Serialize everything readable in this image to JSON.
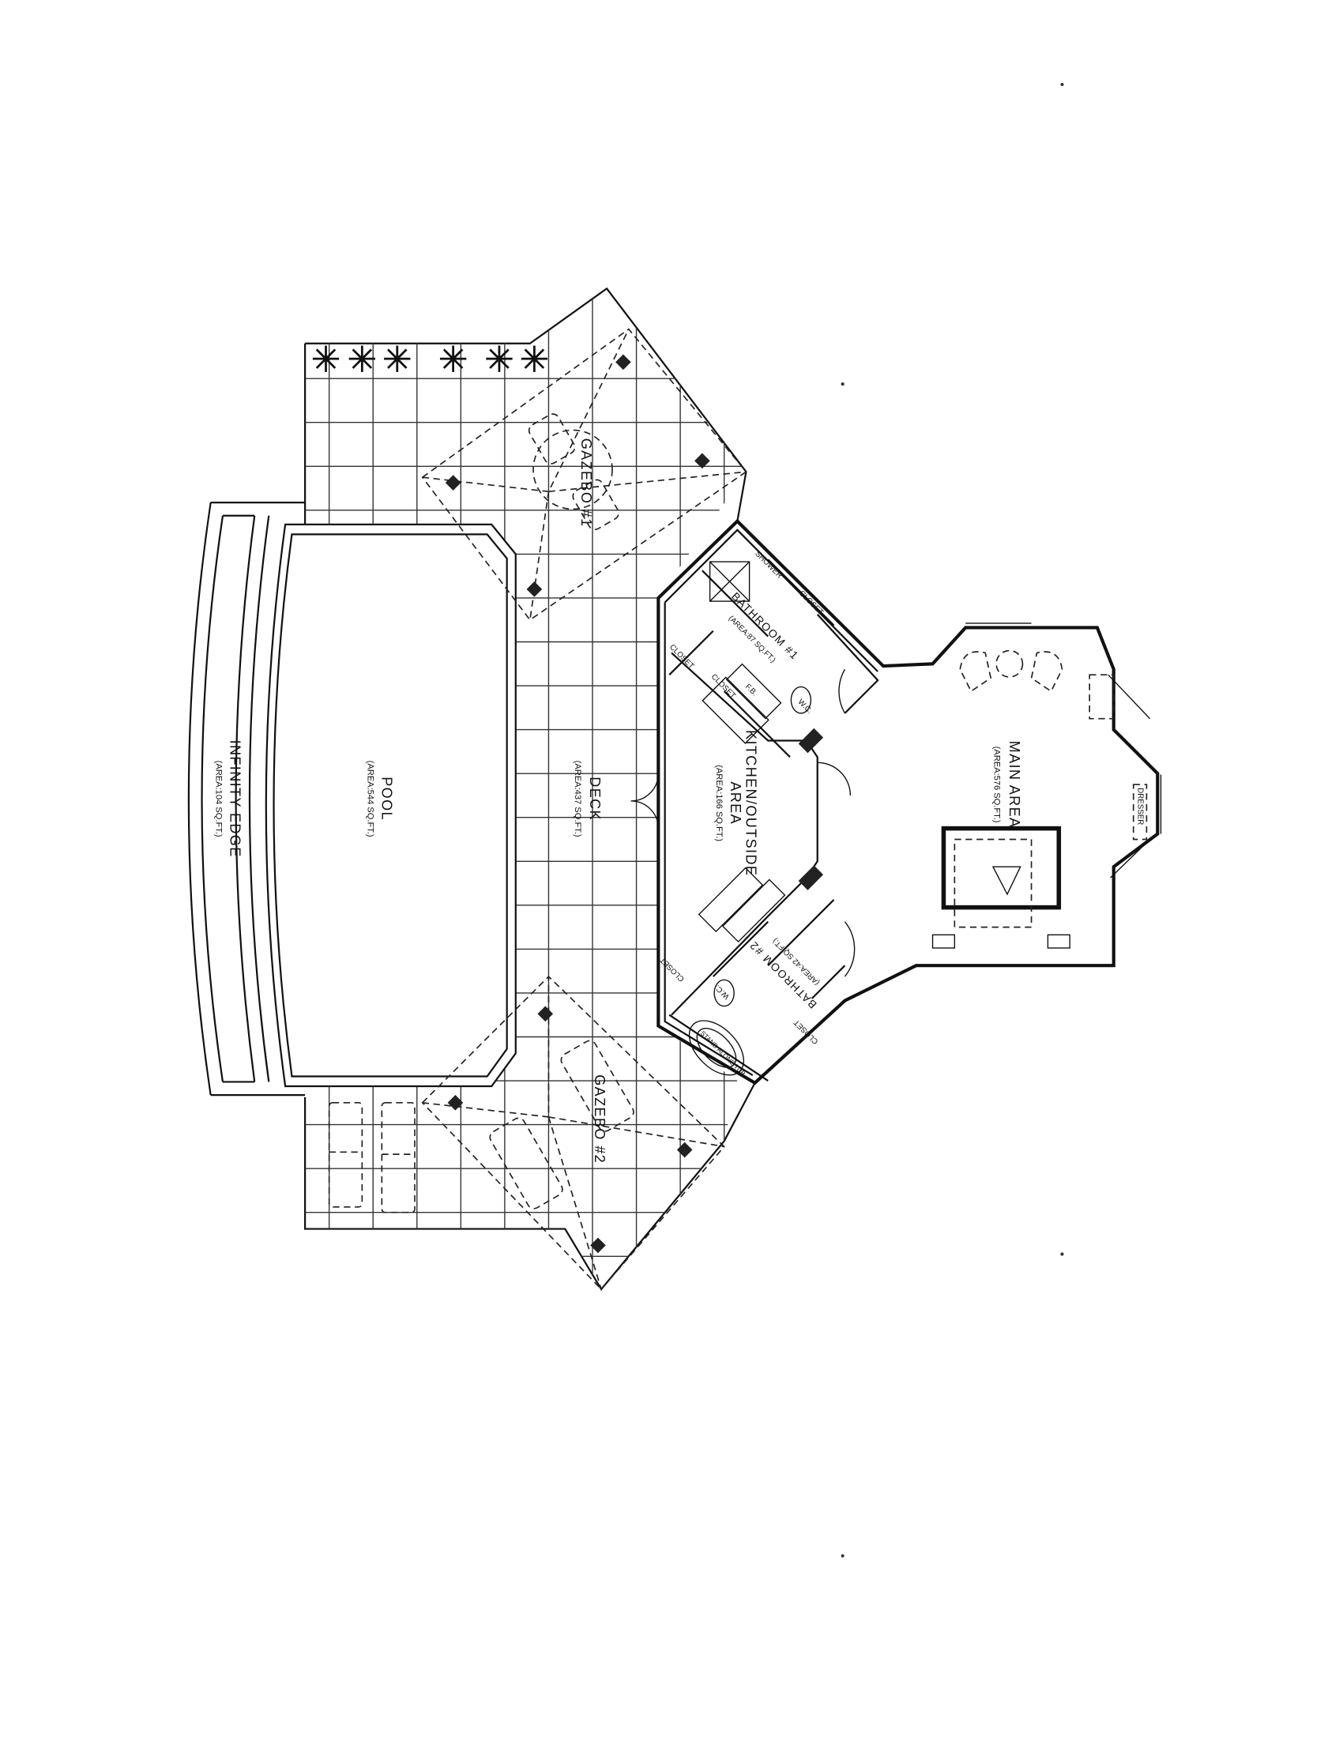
{
  "plan": {
    "rooms": {
      "main_area": {
        "name": "MAIN AREA",
        "area": "(AREA:576 SQ.FT.)"
      },
      "kitchen": {
        "name_line1": "KITCHEN/OUTSIDE",
        "name_line2": "AREA",
        "area": "(AREA:166 SQ.FT.)"
      },
      "bathroom1": {
        "name": "BATHROOM #1",
        "area": "(AREA:87 SQ.FT.)"
      },
      "bathroom2": {
        "name": "BATHROOM #2",
        "area": "(AREA:42 SQ.FT.)"
      },
      "deck": {
        "name": "DECK",
        "area": "(AREA:437 SQ.FT.)"
      },
      "pool": {
        "name": "POOL",
        "area": "(AREA:544 SQ.FT.)"
      },
      "infinity_edge": {
        "name": "INFINITY EDGE",
        "area": "(AREA:104 SQ.FT.)"
      },
      "gazebo1": {
        "name": "GAZEBO #1"
      },
      "gazebo2": {
        "name": "GAZEBO #2"
      }
    },
    "fixtures": {
      "shower": "SHOWER",
      "closet": "CLOSET",
      "wc": "W.C.",
      "fb": "F.B.",
      "dresser": "DRESSER",
      "tub": "STAND ALONE TUB"
    },
    "line_color": "#111111"
  }
}
